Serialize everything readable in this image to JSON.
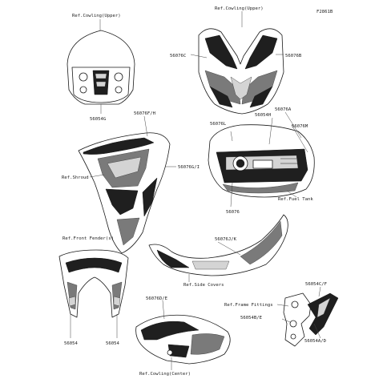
{
  "figure_code": "F2861B",
  "labels": {
    "ref_cowling_upper_left": "Ref.Cowling(Upper)",
    "ref_cowling_upper_right": "Ref.Cowling(Upper)",
    "p56076c": "56076C",
    "p56076b": "56076B",
    "p56054g": "56054G",
    "p56076fh": "56076F/H",
    "p56076gi": "56076G/I",
    "ref_shroud": "Ref.Shroud",
    "p56076a": "56076A",
    "p56076l": "56076L",
    "p56054h": "56054H",
    "p56076m": "56076M",
    "ref_fuel_tank": "Ref.Fuel Tank",
    "p56076": "56076",
    "p56076jk": "56076J/K",
    "ref_front_fender": "Ref.Front Fender(s)",
    "ref_side_covers": "Ref.Side Covers",
    "p56054_left": "56054",
    "p56054_right": "56054",
    "p56076de": "56076D/E",
    "p56054cf": "56054C/F",
    "ref_frame_fittings": "Ref.Frame Fittings",
    "p56054be": "56054B/E",
    "p56054ad": "56054A/D",
    "ref_cowling_center": "Ref.Cowling(Center)"
  }
}
